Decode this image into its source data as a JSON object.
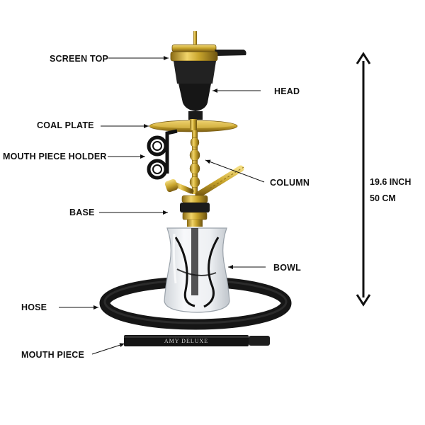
{
  "labels": {
    "screen_top": "SCREEN TOP",
    "head": "HEAD",
    "coal_plate": "COAL PLATE",
    "mouth_piece_holder": "MOUTH PIECE HOLDER",
    "column": "COLUMN",
    "base": "BASE",
    "bowl": "BOWL",
    "hose": "HOSE",
    "mouth_piece": "MOUTH PIECE"
  },
  "dimensions": {
    "height_inch": "19.6 INCH",
    "height_cm": "50 CM"
  },
  "brand": "AMY DELUXE",
  "colors": {
    "gold": "#c9a52c",
    "black": "#111111",
    "glass": "#e9ecef",
    "text": "#111111"
  }
}
